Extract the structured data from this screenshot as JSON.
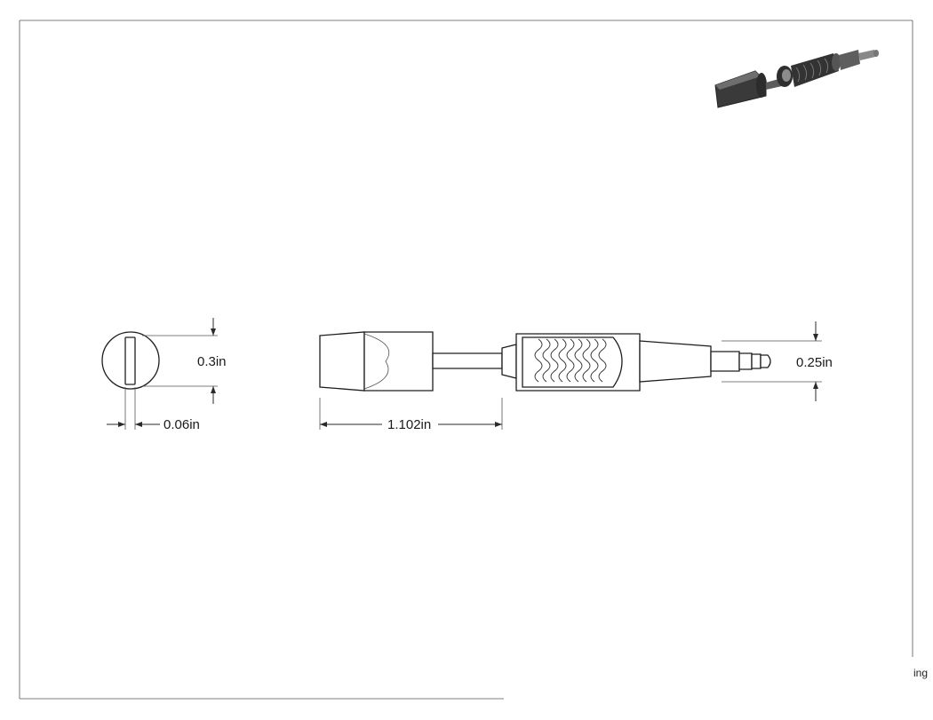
{
  "drawing": {
    "dimensions": {
      "end_height": "0.3in",
      "slot_width": "0.06in",
      "overall_length": "1.102in",
      "plug_diameter": "0.25in"
    },
    "corner_label": "ing"
  },
  "colors": {
    "line": "#1e1e1e",
    "iso_body": "#3a3a3a",
    "iso_highlight": "#8c8c8c"
  }
}
